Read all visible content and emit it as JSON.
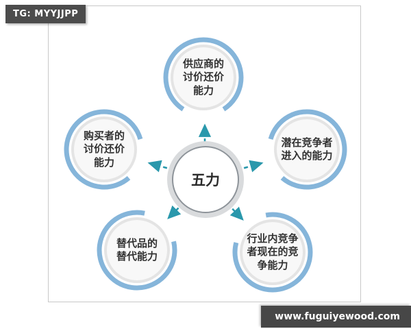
{
  "watermarks": {
    "top_left": "TG: MYYJJPP",
    "bottom_right": "www.fuguiyewood.com"
  },
  "diagram": {
    "center_label": "五力",
    "forces": [
      {
        "id": "supplier-power",
        "label": "供应商的\n讨价还价\n能力"
      },
      {
        "id": "buyer-power",
        "label": "购买者的\n讨价还价\n能力"
      },
      {
        "id": "new-entrants",
        "label": "潜在竞争者\n进入的能力"
      },
      {
        "id": "substitutes",
        "label": "替代品的\n替代能力"
      },
      {
        "id": "rivalry",
        "label": "行业内竞争\n者现在的竞\n争能力"
      }
    ],
    "colors": {
      "arc_blue": "#85b5da",
      "arrow_teal": "#2a98ac",
      "badge_bg": "#4c4c4c",
      "frame_border": "#c8c8c8"
    }
  }
}
